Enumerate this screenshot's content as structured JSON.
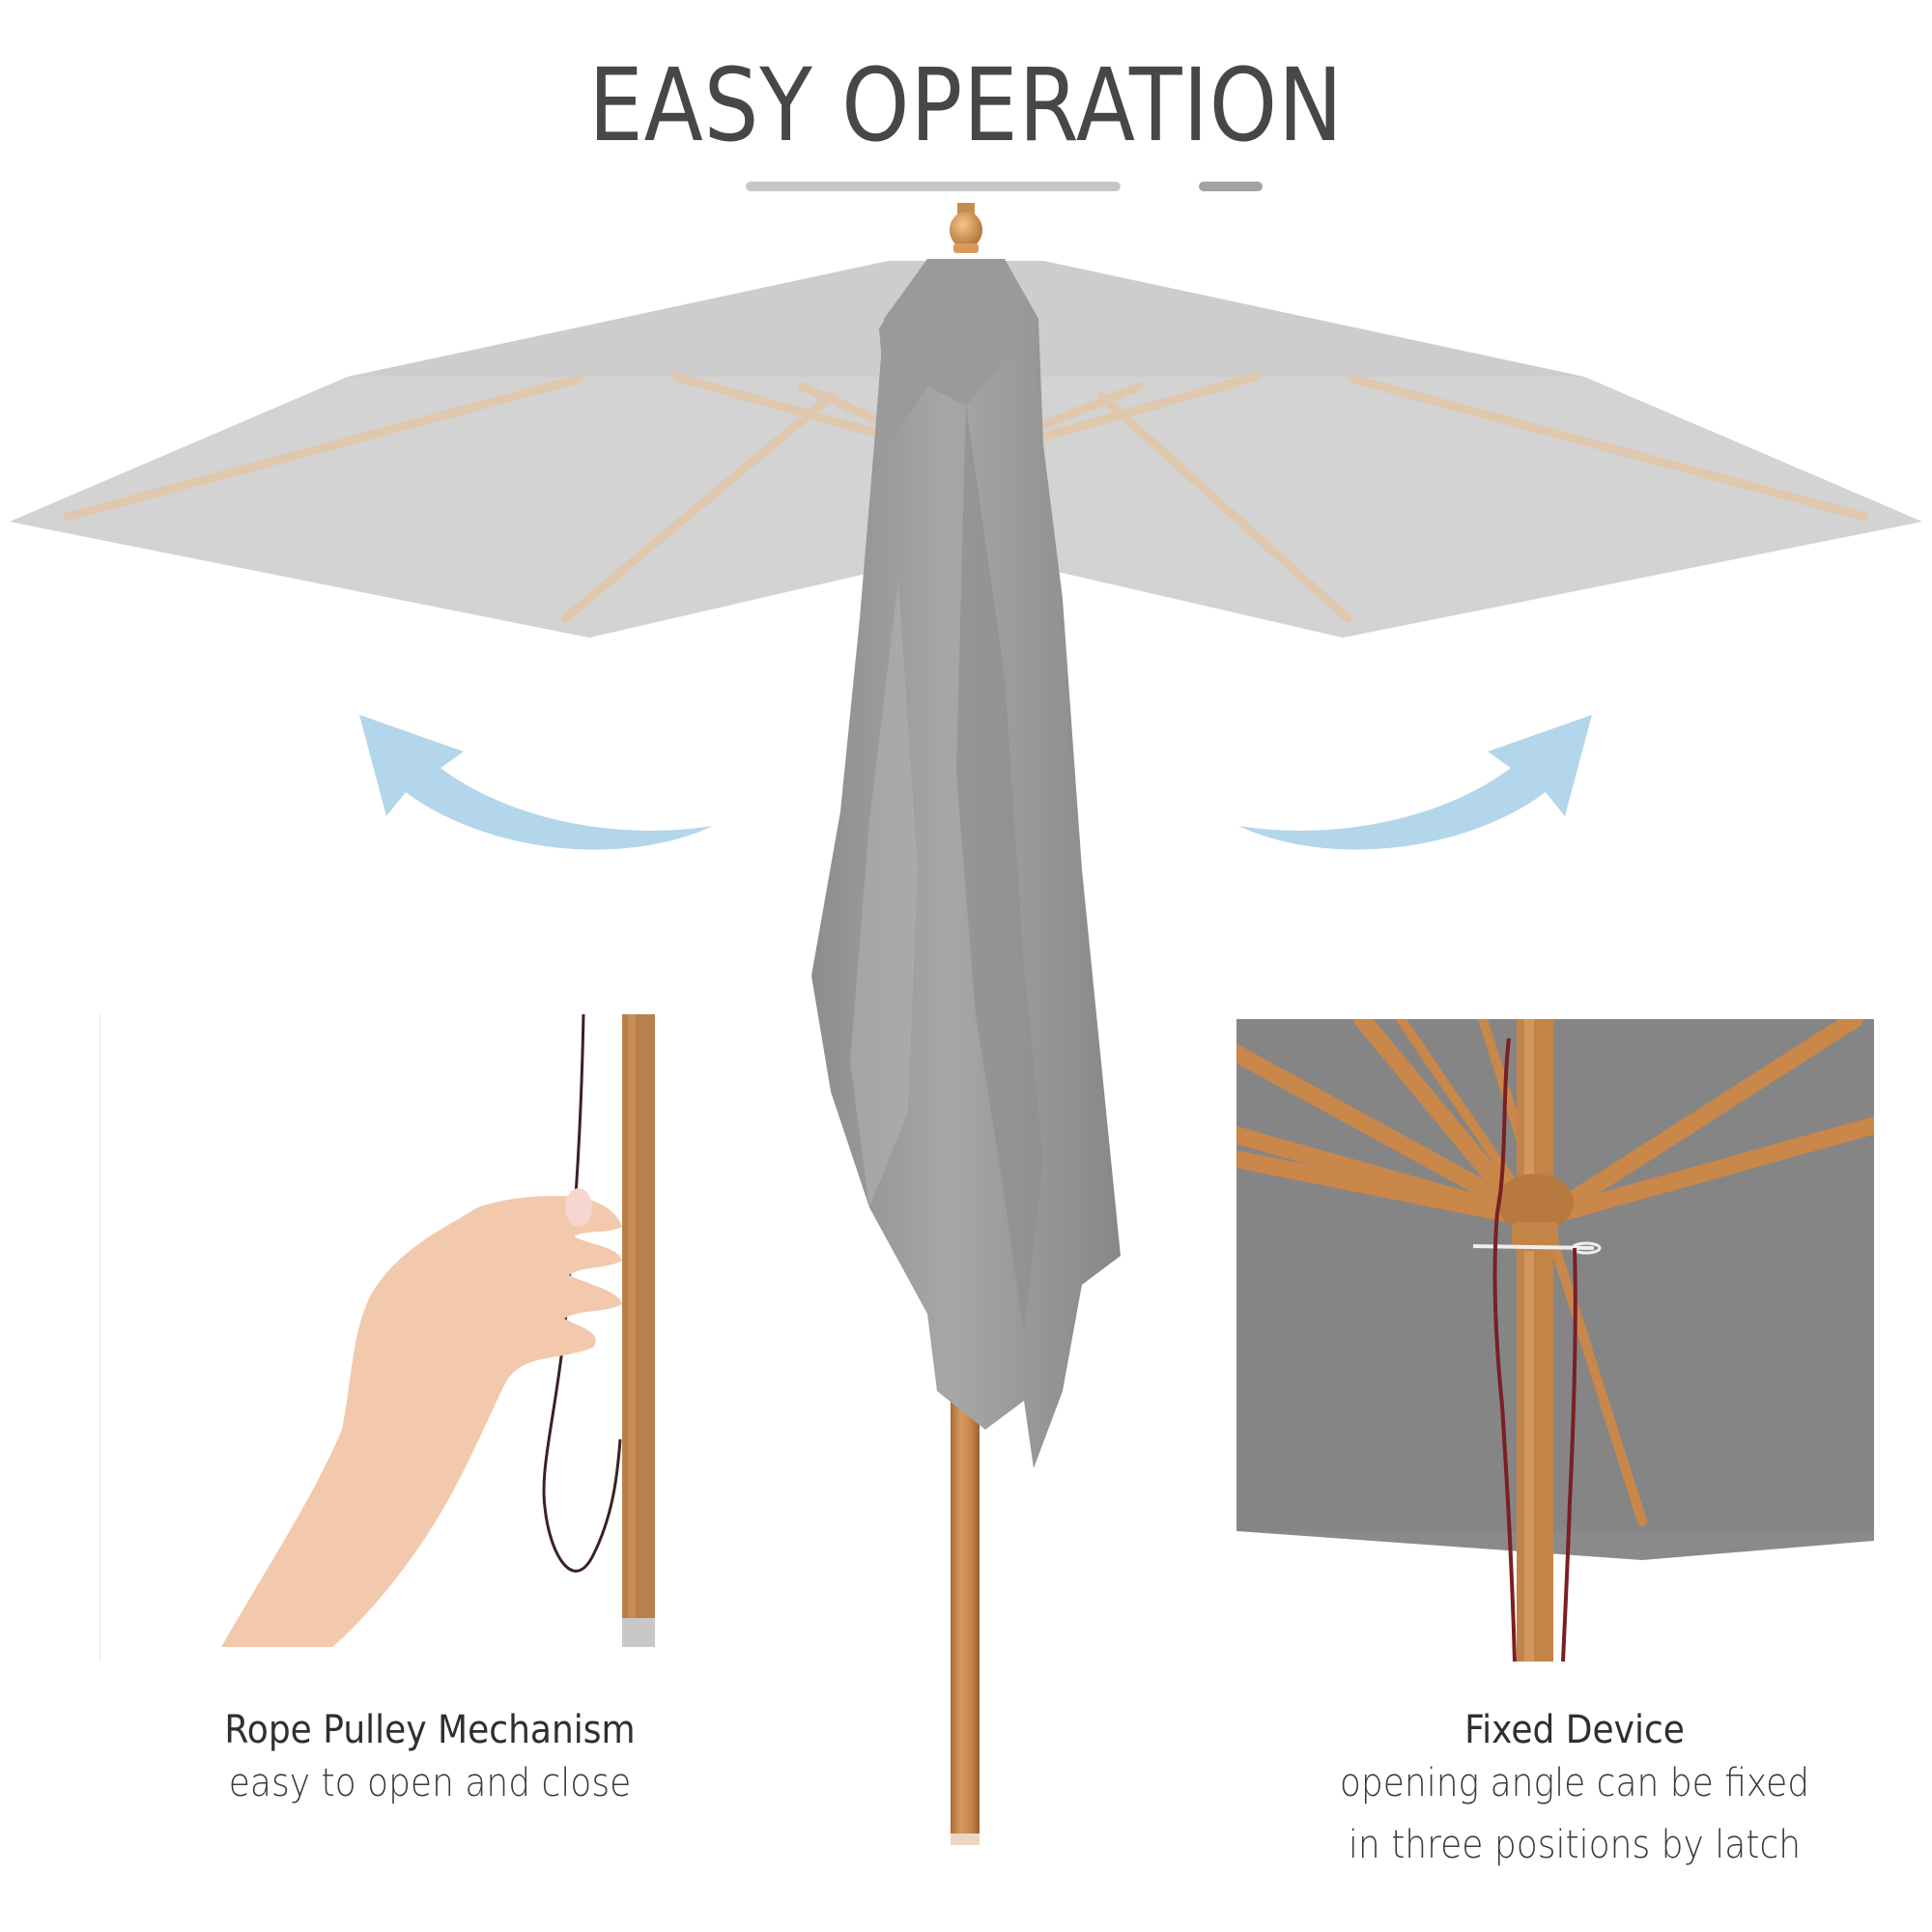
{
  "header": {
    "title": "EASY OPERATION"
  },
  "features": [
    {
      "title": "Rope Pulley Mechanism",
      "description_lines": [
        "easy to open and close"
      ]
    },
    {
      "title": "Fixed Device",
      "description_lines": [
        "opening angle can be fixed",
        "in three positions by latch"
      ]
    }
  ],
  "colors": {
    "title_text": "#474747",
    "canopy_light": "#d3d3d3",
    "canopy_closed": "#9c9c9c",
    "canopy_dark_underside": "#858585",
    "wood": "#c9874a",
    "arrow": "#b3d6ea",
    "rope": "#7a1f24",
    "underline_primary": "#c6c6c6",
    "underline_secondary": "#a3a3a3"
  },
  "icons": {
    "left_arrow": "curved-arrow-up-left",
    "right_arrow": "curved-arrow-up-right"
  }
}
